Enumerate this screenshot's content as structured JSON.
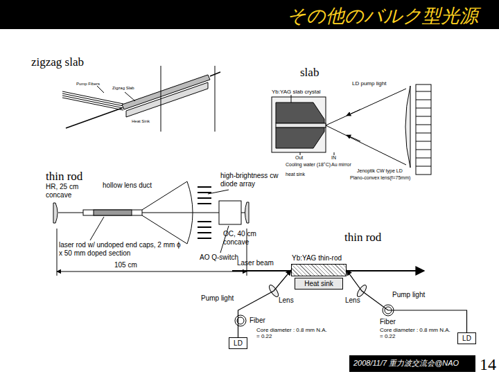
{
  "diagram": {
    "title": "その他のバルク型光源",
    "nodes": [
      {
        "text": [
          "Yb:YAG thin-rod"
        ]
      },
      {
        "text": [
          "Heat sink"
        ]
      },
      {
        "text": [
          "LD"
        ]
      },
      {
        "text": [
          "LD"
        ]
      }
    ],
    "edges": [
      {
        "from": 2,
        "to": 0,
        "arrow": "to"
      },
      {
        "from": 3,
        "to": 0,
        "arrow": "to"
      }
    ],
    "labels": [
      "zigzag slab",
      "slab",
      "thin rod",
      "thin rod",
      "Pump Fibers",
      "Zigzag Slab",
      "Heat Sink",
      "Yb:YAG slab crystal",
      "LD pump light",
      "Out",
      "IN",
      "Cooling water (18°C)",
      "Au mirror",
      "heat sink",
      "Jenoptik CW type LD",
      "Plano-convex lens(f=75mm)",
      "HR, 25 cm concave",
      "hollow lens duct",
      "high-brightness cw diode array",
      "laser rod w/ undoped end caps, 2 mm ϕ x 50 mm doped section",
      "OC, 40 cm concave",
      "AO Q-switch",
      "105 cm",
      "Laser beam",
      "Pump light",
      "Pump light",
      "Lens",
      "Lens",
      "Fiber",
      "Fiber",
      "Core diameter : 0.8 mm N.A. = 0.22",
      "Core diameter : 0.8 mm N.A. = 0.22",
      "2008/11/7 重力波交流会@NAO",
      "14"
    ]
  }
}
